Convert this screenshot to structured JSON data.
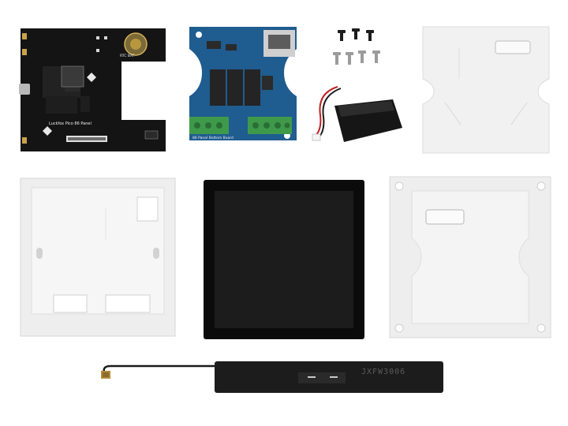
{
  "components": {
    "main_board": {
      "label": "Luckfox Pico 86 Panel",
      "chip_label": "RTC BAT"
    },
    "bottom_board": {
      "label": "86 Panel Bottom Board"
    },
    "screws": {
      "count": 7
    },
    "battery": {
      "name": "RTC battery"
    },
    "front_frame": {
      "name": "front frame"
    },
    "display": {
      "name": "touch display"
    },
    "back_cover": {
      "name": "back cover"
    },
    "rear_plate": {
      "name": "rear plate"
    },
    "antenna": {
      "label": "JXFW3006"
    }
  },
  "colors": {
    "background": "#ffffff",
    "pcb_black": "#141414",
    "pcb_blue": "#1f5c8f",
    "terminal_green": "#3e9a4a",
    "plastic_white": "#f1f1f1",
    "display_bezel": "#0b0b0b",
    "display_screen": "#1c1c1c"
  }
}
